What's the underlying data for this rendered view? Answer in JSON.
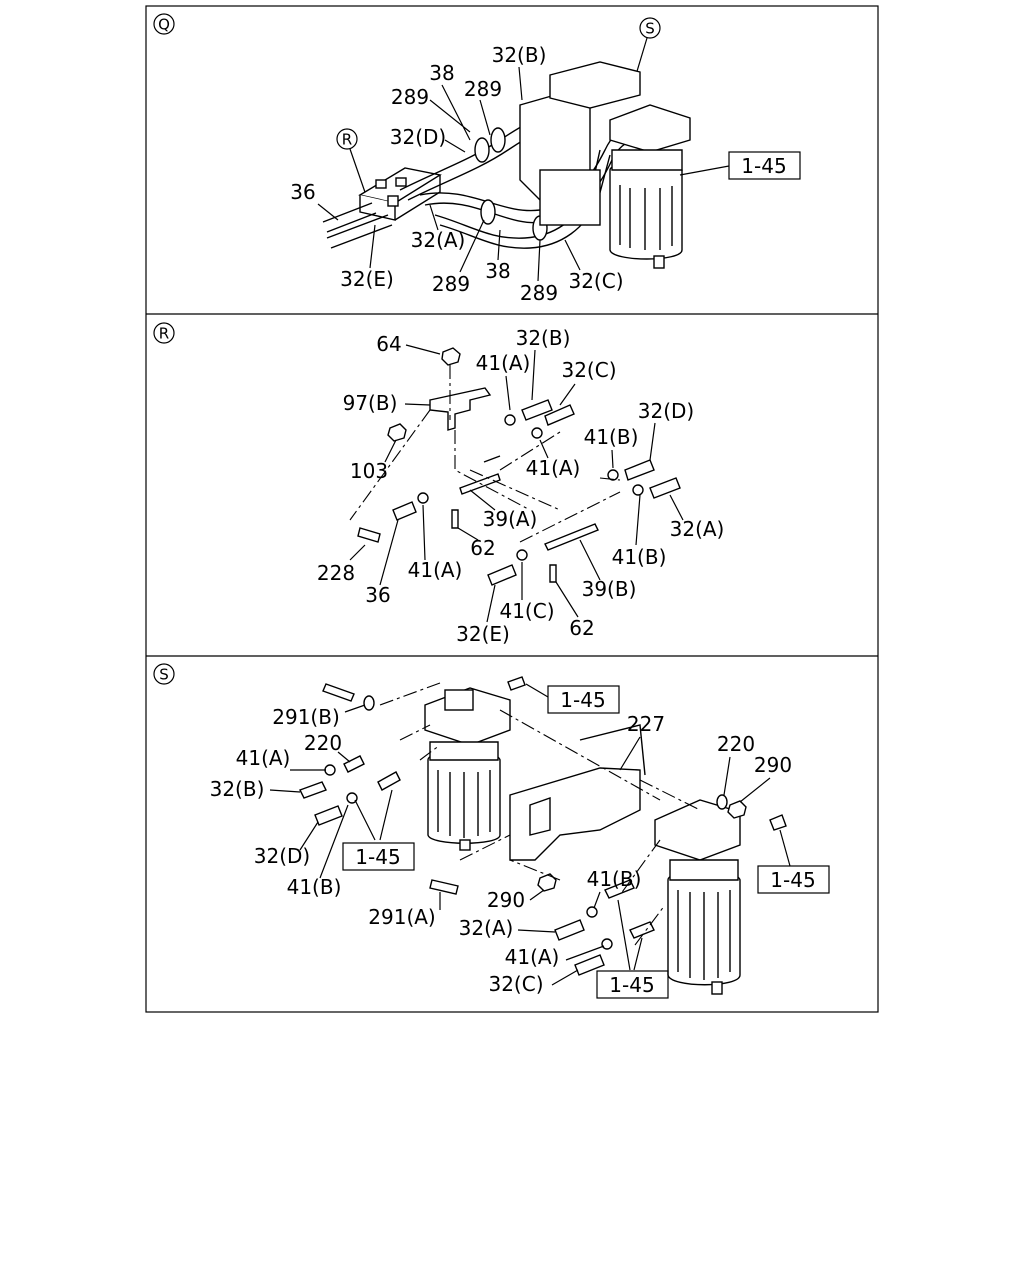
{
  "panels": [
    {
      "marker": "Q",
      "labels": [
        {
          "id": "32b",
          "text": "32(B)"
        },
        {
          "id": "38a",
          "text": "38"
        },
        {
          "id": "289a",
          "text": "289"
        },
        {
          "id": "289b",
          "text": "289"
        },
        {
          "id": "32d",
          "text": "32(D)"
        },
        {
          "id": "36",
          "text": "36"
        },
        {
          "id": "32a",
          "text": "32(A)"
        },
        {
          "id": "32e",
          "text": "32(E)"
        },
        {
          "id": "289c",
          "text": "289"
        },
        {
          "id": "38b",
          "text": "38"
        },
        {
          "id": "289d",
          "text": "289"
        },
        {
          "id": "32c",
          "text": "32(C)"
        }
      ],
      "callouts": [
        {
          "marker": "R"
        },
        {
          "marker": "S"
        }
      ],
      "boxed_refs": [
        "1-45"
      ]
    },
    {
      "marker": "R",
      "labels": [
        {
          "id": "64",
          "text": "64"
        },
        {
          "id": "32b",
          "text": "32(B)"
        },
        {
          "id": "41a1",
          "text": "41(A)"
        },
        {
          "id": "32c",
          "text": "32(C)"
        },
        {
          "id": "97b",
          "text": "97(B)"
        },
        {
          "id": "32d",
          "text": "32(D)"
        },
        {
          "id": "41b1",
          "text": "41(B)"
        },
        {
          "id": "103",
          "text": "103"
        },
        {
          "id": "41a2",
          "text": "41(A)"
        },
        {
          "id": "39a",
          "text": "39(A)"
        },
        {
          "id": "32a",
          "text": "32(A)"
        },
        {
          "id": "62a",
          "text": "62"
        },
        {
          "id": "228",
          "text": "228"
        },
        {
          "id": "41a3",
          "text": "41(A)"
        },
        {
          "id": "41b2",
          "text": "41(B)"
        },
        {
          "id": "36",
          "text": "36"
        },
        {
          "id": "39b",
          "text": "39(B)"
        },
        {
          "id": "41c",
          "text": "41(C)"
        },
        {
          "id": "62b",
          "text": "62"
        },
        {
          "id": "32e",
          "text": "32(E)"
        }
      ]
    },
    {
      "marker": "S",
      "labels": [
        {
          "id": "291b",
          "text": "291(B)"
        },
        {
          "id": "227",
          "text": "227"
        },
        {
          "id": "220a",
          "text": "220"
        },
        {
          "id": "41a1",
          "text": "41(A)"
        },
        {
          "id": "220b",
          "text": "220"
        },
        {
          "id": "290a",
          "text": "290"
        },
        {
          "id": "32b",
          "text": "32(B)"
        },
        {
          "id": "32d",
          "text": "32(D)"
        },
        {
          "id": "41b1",
          "text": "41(B)"
        },
        {
          "id": "290b",
          "text": "290"
        },
        {
          "id": "41b2",
          "text": "41(B)"
        },
        {
          "id": "291a",
          "text": "291(A)"
        },
        {
          "id": "32a",
          "text": "32(A)"
        },
        {
          "id": "41a2",
          "text": "41(A)"
        },
        {
          "id": "32c",
          "text": "32(C)"
        }
      ],
      "boxed_refs": [
        "1-45",
        "1-45",
        "1-45",
        "1-45"
      ]
    }
  ]
}
